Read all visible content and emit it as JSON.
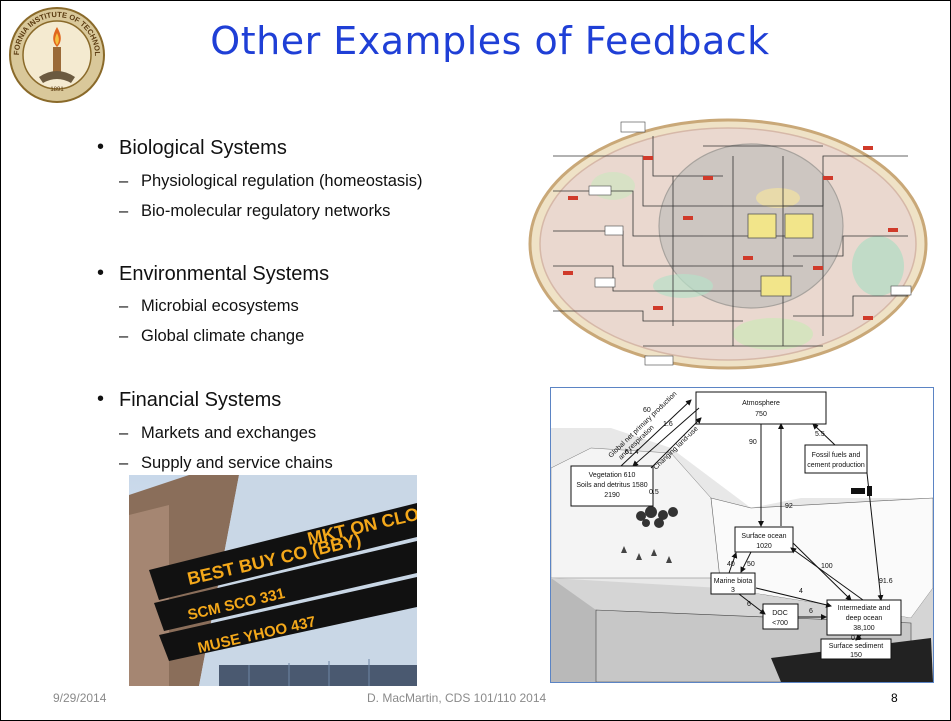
{
  "slide": {
    "title": "Other Examples of Feedback",
    "seal_text": "CALIFORNIA INSTITUTE OF TECHNOLOGY",
    "seal_year": "1891",
    "sections": [
      {
        "heading": "Biological Systems",
        "items": [
          "Physiological regulation (homeostasis)",
          "Bio-molecular regulatory networks"
        ]
      },
      {
        "heading": "Environmental Systems",
        "items": [
          "Microbial ecosystems",
          "Global climate change"
        ]
      },
      {
        "heading": "Financial Systems",
        "items": [
          "Markets and exchanges",
          "Supply and service chains"
        ]
      }
    ],
    "ticker": {
      "line1": "MKT ON CLOSE",
      "line2": "BEST BUY CO (BBY)",
      "line3": "SCM SCO 331",
      "line4": "MUSE YHOO 437"
    },
    "carbon": {
      "atmosphere": "Atmosphere",
      "atmosphere_val": "750",
      "vegetation": "Vegetation  610",
      "soils": "Soils and detritus  1580",
      "veg_total": "2190",
      "fossil": "Fossil fuels and",
      "fossil2": "cement production",
      "surface_ocean": "Surface ocean",
      "surface_ocean_val": "1020",
      "marine_biota": "Marine biota",
      "marine_biota_val": "3",
      "doc": "DOC",
      "doc_val": "<700",
      "deep_ocean": "Intermediate and",
      "deep_ocean2": "deep ocean",
      "deep_ocean_val": "38,100",
      "sediment": "Surface sediment",
      "sediment_val": "150",
      "f_gpp": "Global net primary production",
      "f_gpp2": "and respiration",
      "f_land": "Changing land-use",
      "f_61": "61.4",
      "f_60": "60",
      "f_16": "1.6",
      "f_05": "0.5",
      "f_90": "90",
      "f_92": "92",
      "f_55": "5.5",
      "f_40": "40",
      "f_50": "50",
      "f_100": "100",
      "f_4": "4",
      "f_6a": "6",
      "f_6b": "6",
      "f_916": "91.6",
      "f_02": "0.2"
    },
    "footer": {
      "date": "9/29/2014",
      "center": "D. MacMartin, CDS 101/110 2014",
      "page": "8"
    }
  }
}
